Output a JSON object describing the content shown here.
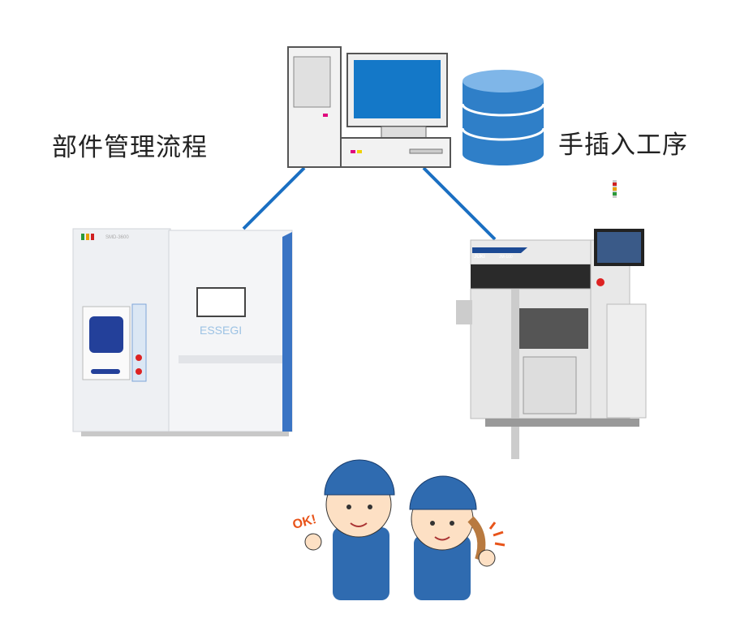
{
  "labels": {
    "left_process": "部件管理流程",
    "right_process": "手插入工序"
  },
  "machines": {
    "left": {
      "brand": "ESSEGI",
      "model": "SMD-3600"
    },
    "right": {
      "brand": "JUKI",
      "model": "JM-100"
    }
  },
  "workers": {
    "speech": "OK!"
  },
  "colors": {
    "connector": "#1a6fc2",
    "database": "#2f7fc8",
    "screen": "#1478c8"
  }
}
